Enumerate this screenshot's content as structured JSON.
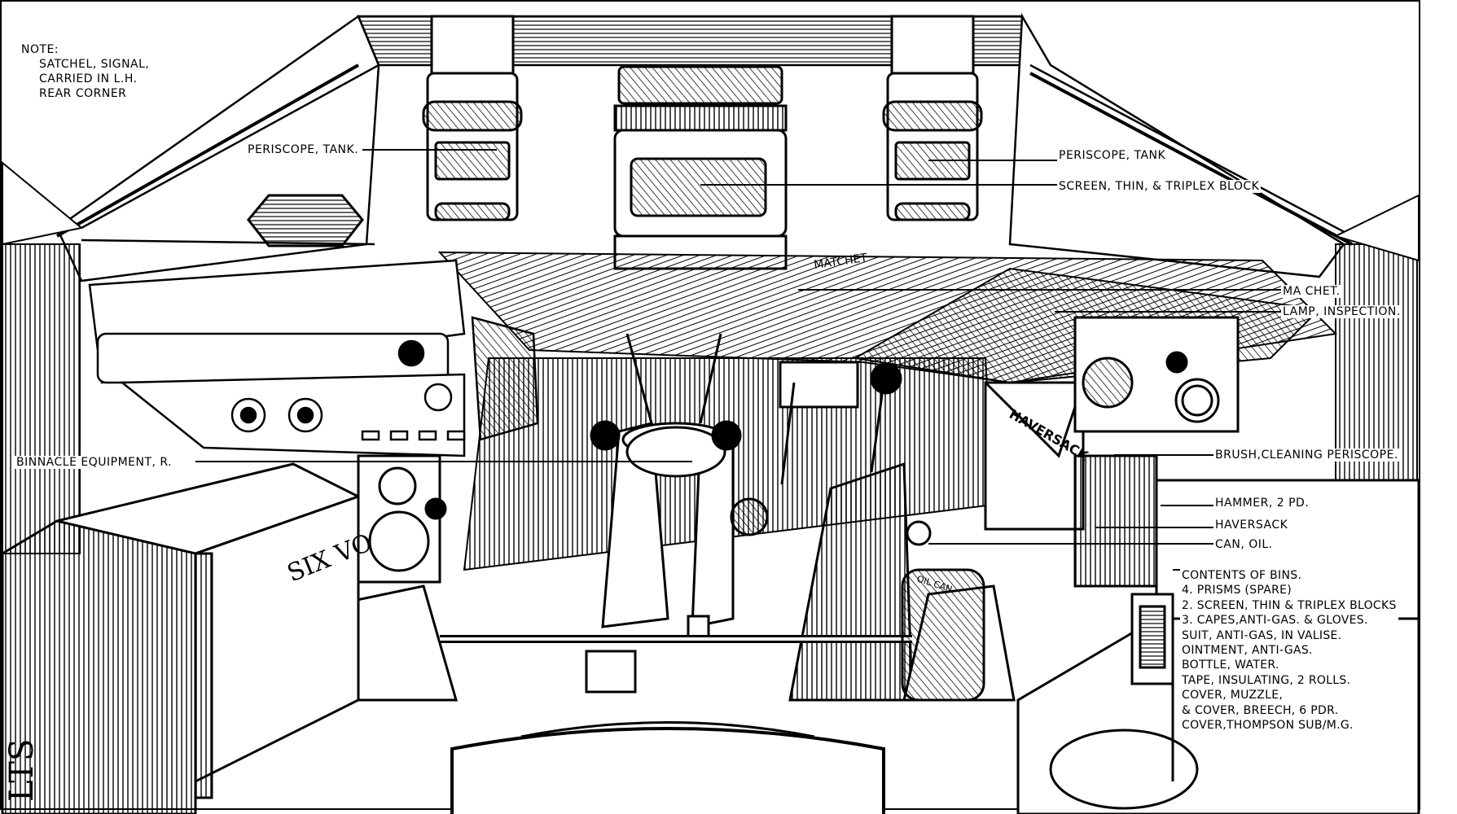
{
  "note": {
    "heading": "NOTE:",
    "lines": [
      "SATCHEL, SIGNAL,",
      "CARRIED IN L.H.",
      "REAR CORNER"
    ]
  },
  "labels": {
    "periscope_left": "PERISCOPE, TANK.",
    "periscope_right": "PERISCOPE, TANK",
    "screen_triplex": "SCREEN, THIN, & TRIPLEX BLOCK",
    "matchet": "MA CHET.",
    "lamp": "LAMP, INSPECTION.",
    "binnacle": "BINNACLE EQUIPMENT, R.",
    "brush": "BRUSH,CLEANING PERISCOPE.",
    "hammer": "HAMMER, 2 PD.",
    "haversack": "HAVERSACK",
    "can_oil": "CAN, OIL."
  },
  "drawing_text": {
    "matchet_stencil": "MATCHET",
    "haversack_stencil": "HAVERSACK",
    "six_stencil": "SIX VO",
    "oil_can_stencil": "OIL CAN",
    "lts_stencil": "LTS"
  },
  "bins": {
    "title": "CONTENTS OF BINS.",
    "items": [
      "4. PRISMS (SPARE)",
      "2. SCREEN, THIN & TRIPLEX BLOCKS",
      "3. CAPES,ANTI-GAS. & GLOVES.",
      "SUIT, ANTI-GAS, IN VALISE.",
      "OINTMENT, ANTI-GAS.",
      "BOTTLE, WATER.",
      "TAPE, INSULATING, 2 ROLLS.",
      "COVER, MUZZLE,",
      "& COVER, BREECH, 6 PDR.",
      "COVER,THOMPSON SUB/M.G."
    ]
  }
}
